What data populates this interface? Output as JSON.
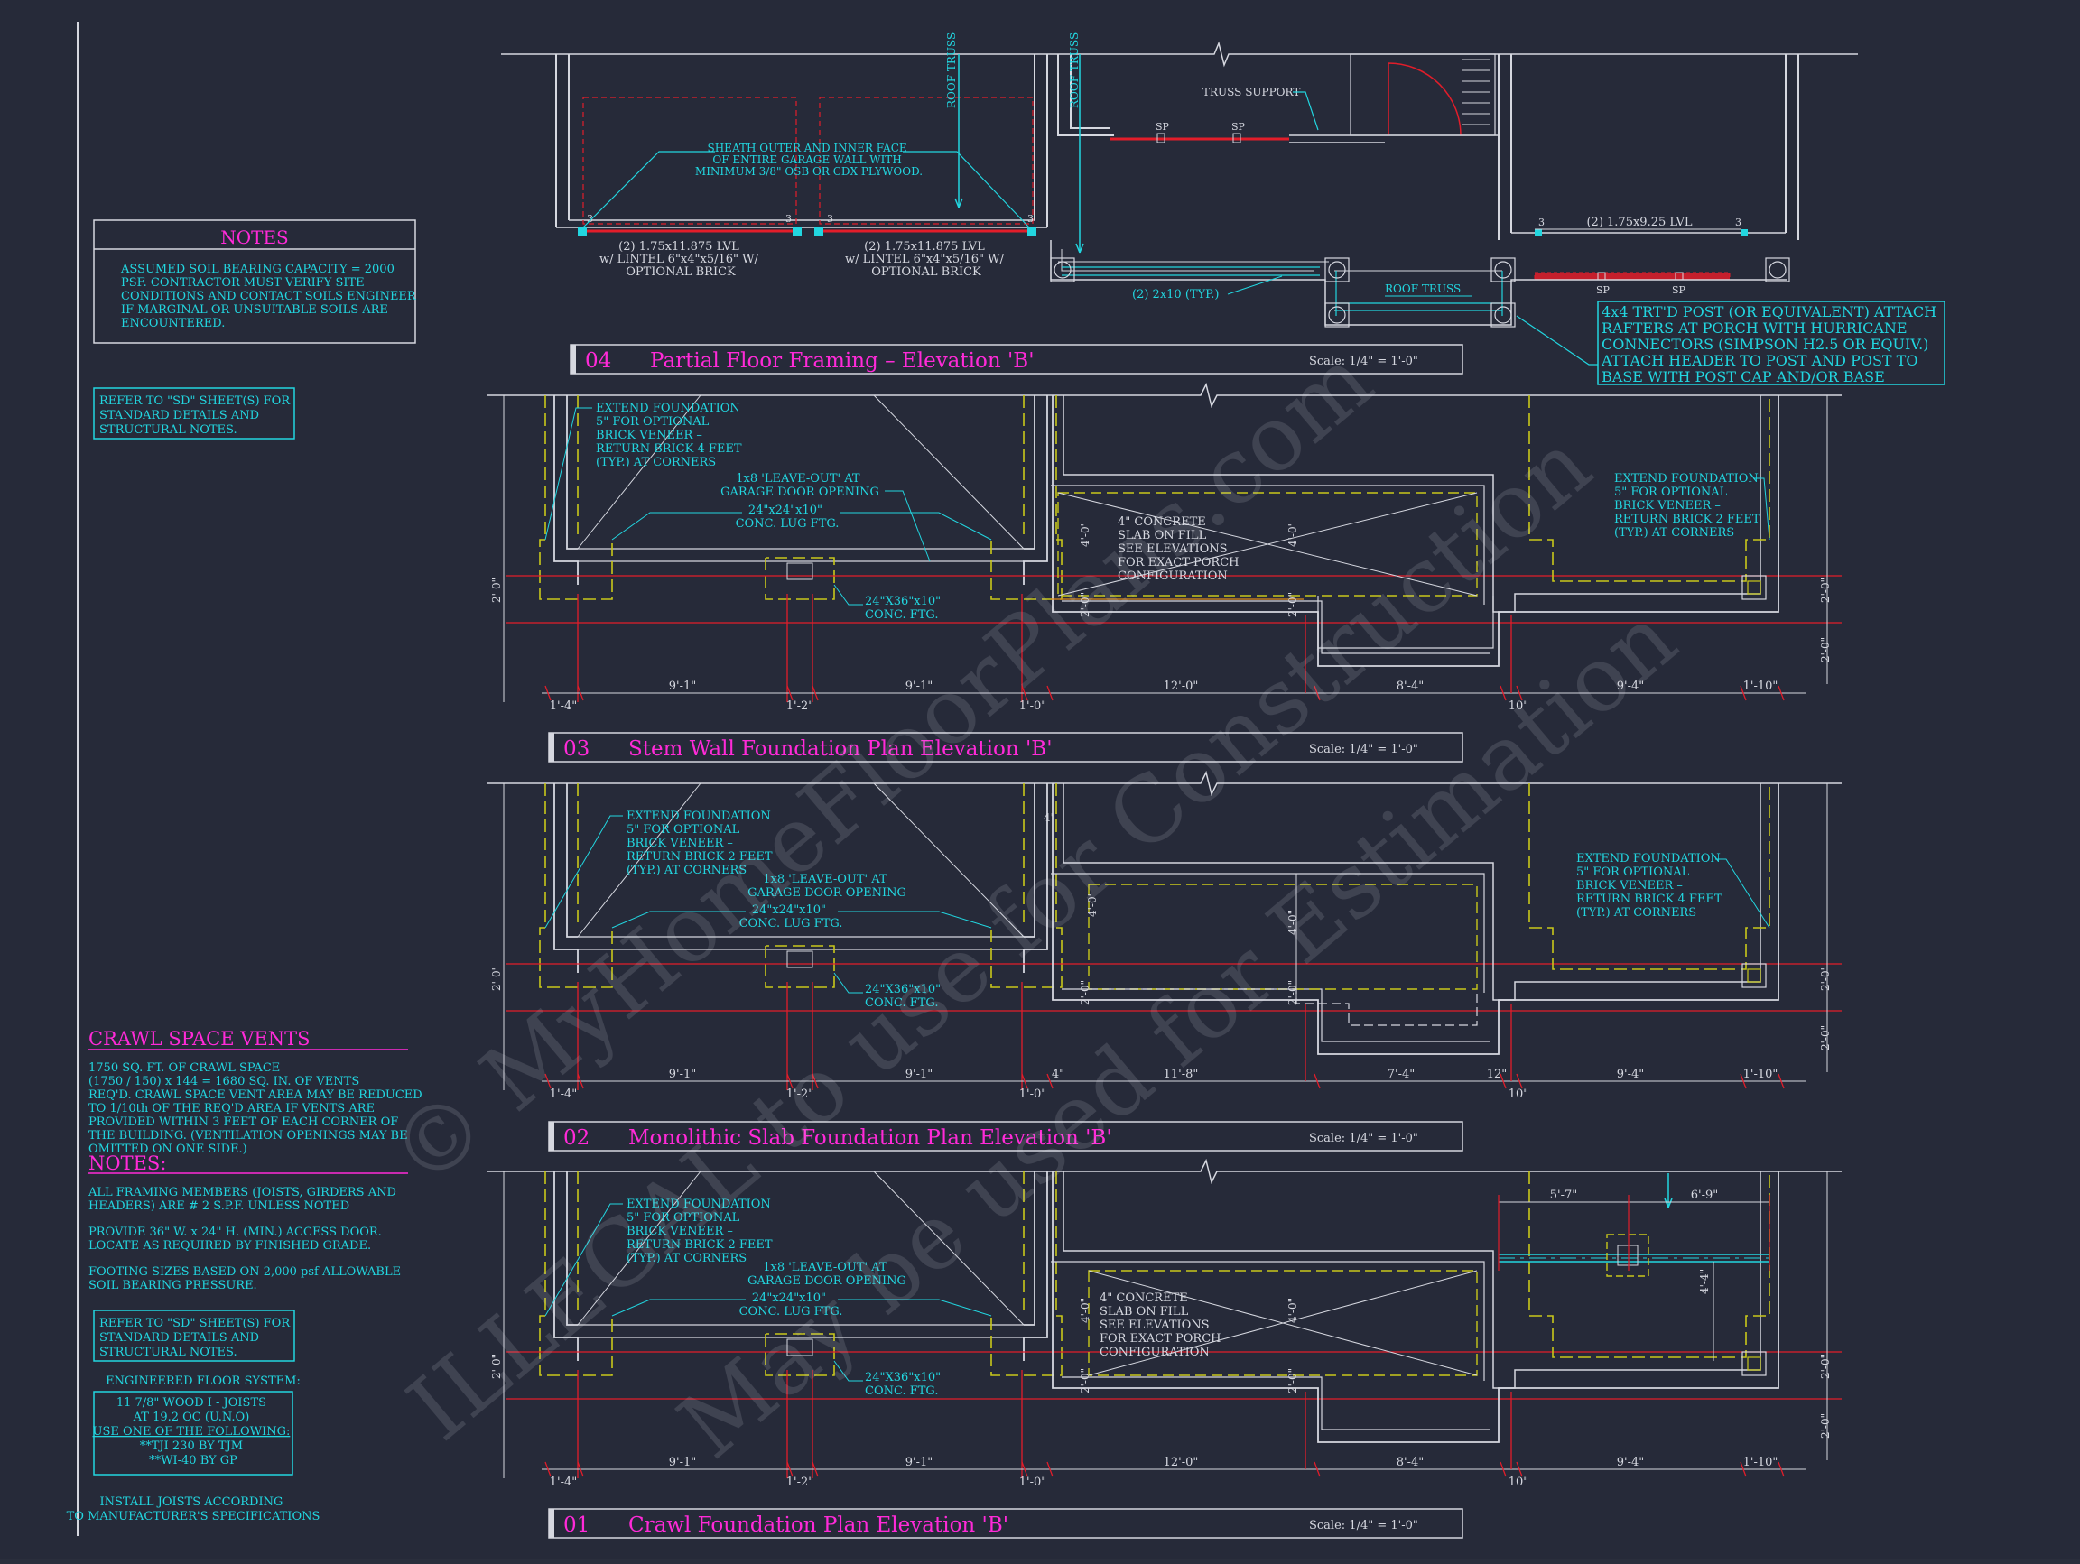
{
  "colors": {
    "background": "#262a39",
    "line_white": "#d6d8e0",
    "cyan": "#22d6e0",
    "magenta": "#ff2ad8",
    "red": "#e21d2a",
    "yellow": "#c8c81a",
    "orange": "#e08a1a"
  },
  "watermark": {
    "line1": "© MyHomeFloorPlans.com",
    "line2": "ILLEGAL to use for Construction",
    "line3": "May be used for Estimation"
  },
  "notes_box": {
    "title": "NOTES",
    "lines": [
      "ASSUMED SOIL BEARING CAPACITY = 2000",
      "PSF.  CONTRACTOR MUST VERIFY SITE",
      "CONDITIONS AND CONTACT SOILS ENGINEER",
      "IF MARGINAL OR UNSUITABLE SOILS ARE",
      "ENCOUNTERED."
    ]
  },
  "refer_box_top": {
    "lines": [
      "REFER TO \"SD\" SHEET(S) FOR",
      "STANDARD DETAILS AND",
      "STRUCTURAL NOTES."
    ]
  },
  "crawl_vents": {
    "title": "CRAWL SPACE VENTS",
    "lines": [
      "1750 SQ. FT. OF CRAWL SPACE",
      "(1750 / 150) x 144 = 1680 SQ. IN. OF VENTS",
      "REQ'D. CRAWL SPACE VENT AREA MAY BE REDUCED",
      "TO 1/10th OF THE REQ'D AREA IF VENTS ARE",
      "PROVIDED WITHIN 3 FEET OF EACH CORNER OF",
      "THE BUILDING.  (VENTILATION OPENINGS MAY BE",
      "OMITTED ON ONE SIDE.)"
    ]
  },
  "notes2": {
    "title": "NOTES:",
    "lines": [
      "ALL FRAMING MEMBERS (JOISTS, GIRDERS AND",
      "HEADERS) ARE # 2 S.P.F. UNLESS NOTED",
      "",
      "PROVIDE 36\" W. x 24\" H. (MIN.) ACCESS DOOR.",
      "LOCATE AS REQUIRED BY FINISHED GRADE.",
      "",
      "FOOTING SIZES BASED ON 2,000 psf ALLOWABLE",
      "SOIL BEARING PRESSURE."
    ]
  },
  "refer_box_bottom": {
    "lines": [
      "REFER TO \"SD\" SHEET(S) FOR",
      "STANDARD DETAILS AND",
      "STRUCTURAL NOTES."
    ]
  },
  "engineered": {
    "title": "ENGINEERED FLOOR SYSTEM:",
    "lines": [
      "11 7/8\" WOOD I - JOISTS",
      "AT 19.2 OC (U.N.O)"
    ],
    "use_line": "USE ONE OF THE FOLLOWING:",
    "options": [
      "**TJI 230 BY TJM",
      "**WI-40 BY GP"
    ],
    "install": [
      "INSTALL JOISTS ACCORDING",
      "TO MANUFACTURER'S SPECIFICATIONS"
    ]
  },
  "titles": [
    {
      "num": "04",
      "label": "Partial  Floor  Framing  –  Elevation  'B'",
      "scale": "Scale: 1/4\" = 1'-0\""
    },
    {
      "num": "03",
      "label": "Stem  Wall  Foundation  Plan  Elevation  'B'",
      "scale": "Scale: 1/4\" = 1'-0\""
    },
    {
      "num": "02",
      "label": "Monolithic  Slab  Foundation  Plan  Elevation  'B'",
      "scale": "Scale: 1/4\" = 1'-0\""
    },
    {
      "num": "01",
      "label": "Crawl  Foundation  Plan  Elevation  'B'",
      "scale": "Scale: 1/4\" = 1'-0\""
    }
  ],
  "plan04": {
    "sheath_note": [
      "SHEATH OUTER AND INNER FACE",
      "OF ENTIRE GARAGE WALL WITH",
      "MINIMUM 3/8\" OSB OR CDX PLYWOOD."
    ],
    "lintel_left": [
      "(2) 1.75x11.875 LVL",
      "w/ LINTEL 6\"x4\"x5/16\" W/",
      "OPTIONAL BRICK"
    ],
    "lintel_right": [
      "(2) 1.75x11.875 LVL",
      "w/ LINTEL 6\"x4\"x5/16\" W/",
      "OPTIONAL BRICK"
    ],
    "roof_truss": "ROOF TRUSS",
    "truss_support": "TRUSS SUPPORT",
    "sp": "SP",
    "two_by_ten": "(2) 2x10 (TYP.)",
    "lvl_right": "(2) 1.75x9.25 LVL",
    "bearing": "3",
    "post_note": [
      "4x4 TRT'D POST (OR EQUIVALENT) ATTACH",
      "RAFTERS AT PORCH WITH HURRICANE",
      "CONNECTORS (SIMPSON H2.5 OR EQUIV.)",
      "ATTACH HEADER TO POST AND POST TO",
      "BASE WITH POST CAP AND/OR BASE"
    ]
  },
  "plan03": {
    "extend_left": [
      "EXTEND FOUNDATION",
      "5\" FOR OPTIONAL",
      "BRICK VENEER –",
      "RETURN BRICK 4 FEET",
      "(TYP.) AT CORNERS"
    ],
    "leave_out": [
      "1x8 'LEAVE-OUT' AT",
      "GARAGE DOOR OPENING"
    ],
    "lug": [
      "24\"x24\"x10\"",
      "CONC. LUG FTG."
    ],
    "ftg": [
      "24\"X36\"x10\"",
      "CONC. FTG."
    ],
    "slab": [
      "4\" CONCRETE",
      "SLAB ON FILL",
      "SEE ELEVATIONS",
      "FOR EXACT PORCH",
      "CONFIGURATION"
    ],
    "extend_right": [
      "EXTEND FOUNDATION",
      "5\" FOR OPTIONAL",
      "BRICK VENEER –",
      "RETURN BRICK 2 FEET",
      "(TYP.) AT CORNERS"
    ],
    "dims": [
      "1'-4\"",
      "9'-1\"",
      "1'-2\"",
      "9'-1\"",
      "1'-0\"",
      "12'-0\"",
      "8'-4\"",
      "10\"",
      "9'-4\"",
      "1'-10\""
    ],
    "vdims": [
      "2'-0\"",
      "4'-0\"",
      "4'-0\"",
      "2'-0\"",
      "2'-0\"",
      "2'-0\"",
      "2'-0\""
    ]
  },
  "plan02": {
    "extend_left": [
      "EXTEND FOUNDATION",
      "5\" FOR OPTIONAL",
      "BRICK VENEER –",
      "RETURN BRICK 2 FEET",
      "(TYP.) AT CORNERS"
    ],
    "leave_out": [
      "1x8 'LEAVE-OUT' AT",
      "GARAGE DOOR OPENING"
    ],
    "lug": [
      "24\"x24\"x10\"",
      "CONC. LUG FTG."
    ],
    "ftg": [
      "24\"X36\"x10\"",
      "CONC. FTG."
    ],
    "extend_right": [
      "EXTEND FOUNDATION",
      "5\" FOR OPTIONAL",
      "BRICK VENEER –",
      "RETURN BRICK 4 FEET",
      "(TYP.) AT CORNERS"
    ],
    "dims": [
      "1'-4\"",
      "9'-1\"",
      "1'-2\"",
      "9'-1\"",
      "1'-0\"",
      "4\"",
      "11'-8\"",
      "7'-4\"",
      "12\"",
      "10\"",
      "9'-4\"",
      "1'-10\""
    ],
    "vdims": [
      "4\"",
      "2'-0\"",
      "4'-0\"",
      "4'-0\"",
      "2'-0\"",
      "2'-0\"",
      "2'-0\"",
      "2'-0\""
    ]
  },
  "plan01": {
    "extend_left": [
      "EXTEND FOUNDATION",
      "5\" FOR OPTIONAL",
      "BRICK VENEER –",
      "RETURN BRICK 2 FEET",
      "(TYP.) AT CORNERS"
    ],
    "leave_out": [
      "1x8 'LEAVE-OUT' AT",
      "GARAGE DOOR OPENING"
    ],
    "lug": [
      "24\"x24\"x10\"",
      "CONC. LUG FTG."
    ],
    "ftg": [
      "24\"X36\"x10\"",
      "CONC. FTG."
    ],
    "slab": [
      "4\" CONCRETE",
      "SLAB ON FILL",
      "SEE ELEVATIONS",
      "FOR EXACT PORCH",
      "CONFIGURATION"
    ],
    "dims": [
      "1'-4\"",
      "9'-1\"",
      "1'-2\"",
      "9'-1\"",
      "1'-0\"",
      "12'-0\"",
      "8'-4\"",
      "10\"",
      "9'-4\"",
      "1'-10\""
    ],
    "top_dims": [
      "5'-7\"",
      "6'-9\""
    ],
    "vdims": [
      "2'-0\"",
      "4'-0\"",
      "4'-0\"",
      "2'-0\"",
      "2'-0\"",
      "4'-4\"",
      "2'-0\"",
      "2'-0\""
    ]
  }
}
